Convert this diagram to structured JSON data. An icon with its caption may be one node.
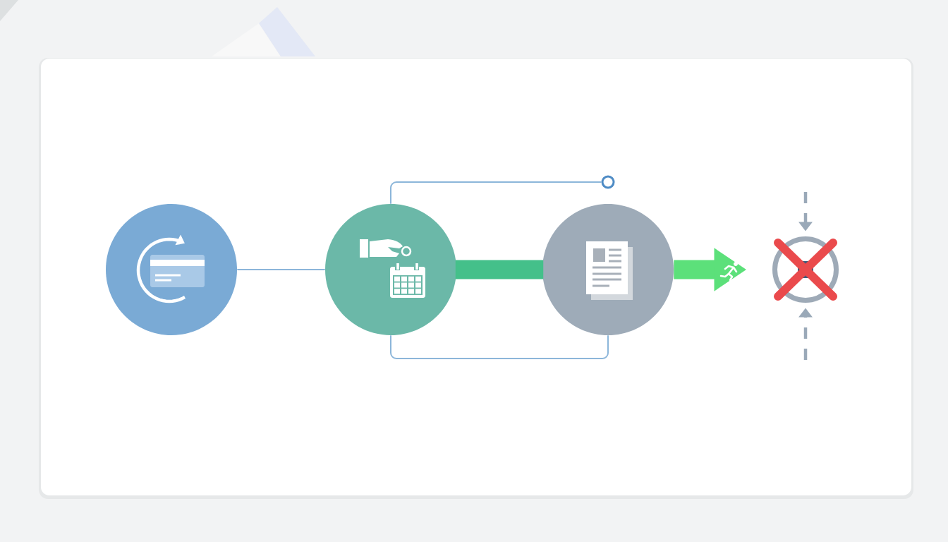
{
  "diagram": {
    "nodes": [
      {
        "text": [],
        "shape": "circle"
      },
      {
        "text": [],
        "shape": "circle"
      },
      {
        "text": [],
        "shape": "circle"
      },
      {
        "text": [],
        "shape": "circle"
      },
      {
        "text": [],
        "shape": "circle"
      }
    ],
    "edges": [
      {
        "from": 0,
        "to": 1,
        "arrow": "none"
      },
      {
        "from": 1,
        "to": 2,
        "arrow": "none",
        "style": "thick",
        "color": "#44c08a"
      },
      {
        "from": 2,
        "to": 3,
        "arrow": "to",
        "style": "thick",
        "color": "#5ce07a"
      },
      {
        "from": 1,
        "to": 4,
        "arrow": "none"
      },
      {
        "from": 1,
        "to": 2,
        "arrow": "none"
      },
      {
        "from": null,
        "to": 3,
        "arrow": "to",
        "style": "dashed",
        "color": "#9aa9b8"
      },
      {
        "from": null,
        "to": 3,
        "arrow": "to",
        "style": "dashed",
        "color": "#9aa9b8"
      }
    ]
  }
}
